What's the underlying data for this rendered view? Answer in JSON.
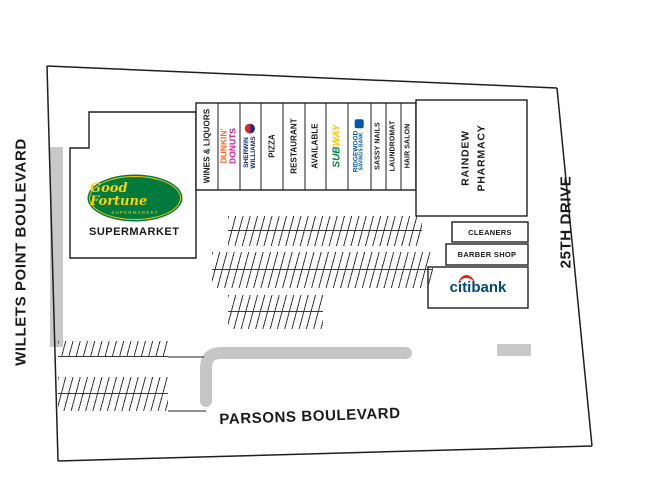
{
  "streets": {
    "left": "WILLETS POINT BOULEVARD",
    "bottom": "PARSONS BOULEVARD",
    "right": "25TH DRIVE"
  },
  "supermarket": {
    "logo_script": "Good Fortune",
    "logo_small": "SUPERMARKET",
    "label": "SUPERMARKET",
    "logo_green": "#007a3d",
    "logo_yellow": "#ffd100"
  },
  "stores": {
    "wines": {
      "label": "WINES & LIQUORS"
    },
    "dunkin": {
      "line1": "DUNKIN'",
      "line2": "DONUTS",
      "color1": "#ff671f",
      "color2": "#da1884"
    },
    "sherwin": {
      "line1": "SHERWIN",
      "line2": "WILLIAMS",
      "color": "#0b2f8a",
      "logo_red": "#d8262c"
    },
    "pizza": {
      "label": "PIZZA"
    },
    "restaurant": {
      "label": "RESTAURANT"
    },
    "available": {
      "label": "AVAILABLE"
    },
    "subway": {
      "part1": "SUB",
      "part2": "WAY",
      "color1": "#008938",
      "color2": "#ffc600"
    },
    "ridgewood": {
      "line1": "RIDGEWOOD",
      "line2": "SAVINGS BANK",
      "color": "#0057a8"
    },
    "sassy": {
      "label": "SASSY NAILS"
    },
    "laundromat": {
      "label": "LAUNDROMAT"
    },
    "hair": {
      "label": "HAIR SALON"
    }
  },
  "pharmacy": {
    "line1": "RAINDEW",
    "line2": "PHARMACY"
  },
  "cleaners": {
    "label": "CLEANERS"
  },
  "barber": {
    "label": "BARBER SHOP"
  },
  "citibank": {
    "label": "citibank",
    "color": "#004685",
    "arc_color": "#d9261c"
  }
}
